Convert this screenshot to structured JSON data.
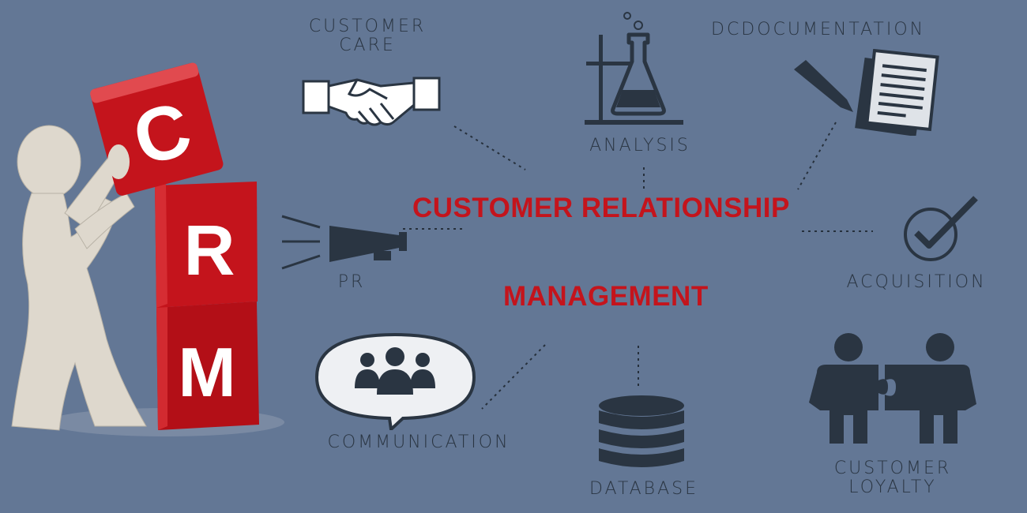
{
  "title": {
    "line1": "CUSTOMER RELATIONSHIP",
    "line2": "MANAGEMENT"
  },
  "cubes": {
    "top": "C",
    "middle": "R",
    "bottom": "M"
  },
  "nodes": {
    "customer_care": {
      "line1": "CUSTOMER",
      "line2": "CARE",
      "icon": "handshake-icon"
    },
    "analysis": {
      "label": "ANALYSIS",
      "icon": "lab-flask-icon"
    },
    "documentation": {
      "label": "DCDOCUMENTATION",
      "icon": "pen-documents-icon"
    },
    "pr": {
      "label": "PR",
      "icon": "megaphone-icon"
    },
    "acquisition": {
      "label": "ACQUISITION",
      "icon": "checkmark-circle-icon"
    },
    "communication": {
      "label": "COMMUNICATION",
      "icon": "speech-bubble-group-icon"
    },
    "database": {
      "label": "DATABASE",
      "icon": "database-icon"
    },
    "customer_loyalty": {
      "line1": "CUSTOMER",
      "line2": "LOYALTY",
      "icon": "puzzle-people-icon"
    }
  },
  "colors": {
    "background": "#637795",
    "title": "#c4141c",
    "icon": "#2a3542",
    "cube": "#c4141c"
  }
}
